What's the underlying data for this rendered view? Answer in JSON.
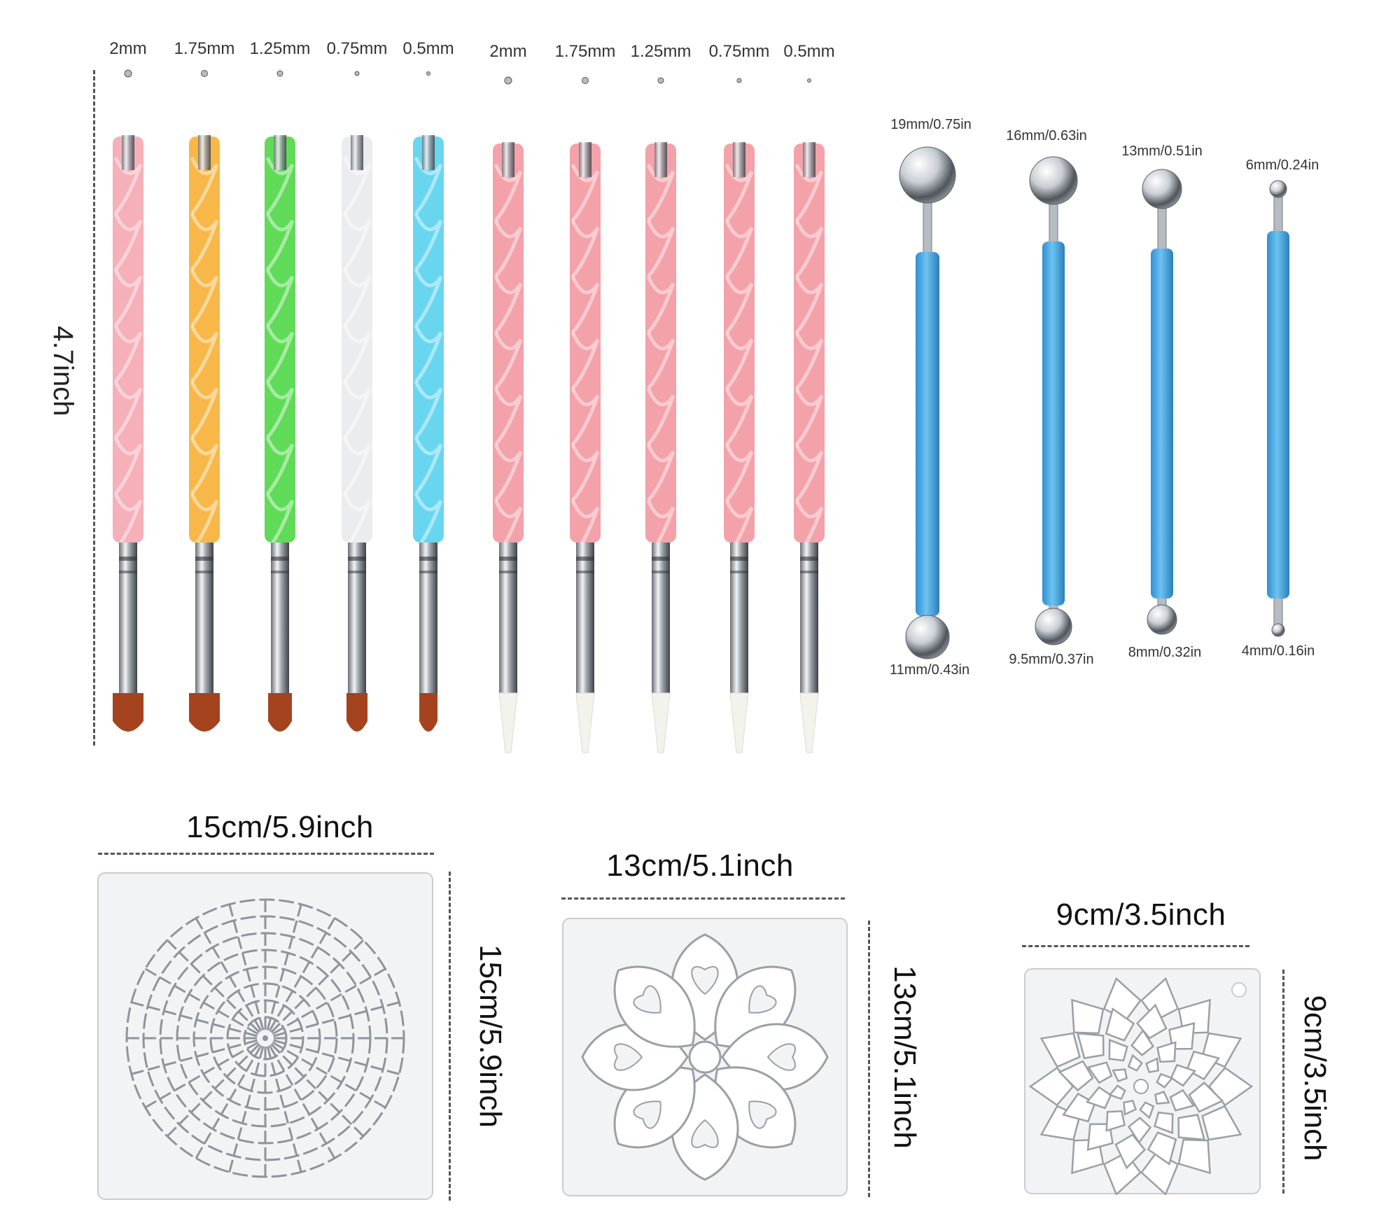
{
  "pens": {
    "height_label": "4.7inch",
    "handle_colors": [
      "#f4a9b4",
      "#f7b23a",
      "#52d84a",
      "#e8ecef",
      "#5cd3ef",
      "#f39aa3",
      "#f39aa3",
      "#f39aa3",
      "#f39aa3",
      "#f39aa3"
    ],
    "sizes": [
      "2mm",
      "1.75mm",
      "1.25mm",
      "0.75mm",
      "0.5mm",
      "2mm",
      "1.75mm",
      "1.25mm",
      "0.75mm",
      "0.5mm"
    ]
  },
  "balls": {
    "top_sizes": [
      "19mm/0.75in",
      "16mm/0.63in",
      "13mm/0.51in",
      "6mm/0.24in"
    ],
    "bottom_sizes": [
      "11mm/0.43in",
      "9.5mm/0.37in",
      "8mm/0.32in",
      "4mm/0.16in"
    ],
    "handle_color": "#4aa8e0"
  },
  "stencils": [
    {
      "width_label": "15cm/5.9inch",
      "height_label": "15cm/5.9inch"
    },
    {
      "width_label": "13cm/5.1inch",
      "height_label": "13cm/5.1inch"
    },
    {
      "width_label": "9cm/3.5inch",
      "height_label": "9cm/3.5inch"
    }
  ]
}
